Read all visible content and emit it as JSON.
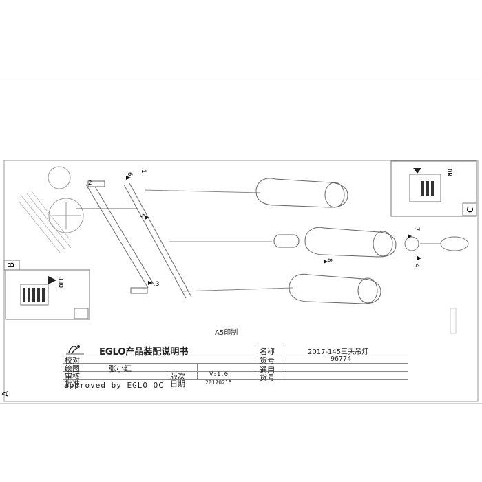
{
  "print_note": "A5印制",
  "title_block": {
    "title": "EGLO产品装配说明书",
    "check_label": "校对",
    "draw_label": "绘图",
    "drawer": "张小红",
    "review_label": "审核",
    "version_label": "版次",
    "version": "V:1.0",
    "approve_label": "批准",
    "date_label": "日期",
    "date": "20170215",
    "name_label": "名称",
    "name": "2017-145三头吊灯",
    "item_label": "货号",
    "item_no": "96774",
    "general_label": "通用",
    "item_label_2": "货号",
    "approved_by": "approved by EGLO QC"
  },
  "drawing": {
    "panel_a": "A",
    "panel_b": "B",
    "panel_c": "C",
    "off_label": "OFF",
    "on_label": "ON",
    "step_1": "1",
    "step_2": "2",
    "step_3": "3",
    "step_4": "4",
    "step_5": "5",
    "step_6": "6",
    "step_7": "7",
    "step_8": "8"
  }
}
